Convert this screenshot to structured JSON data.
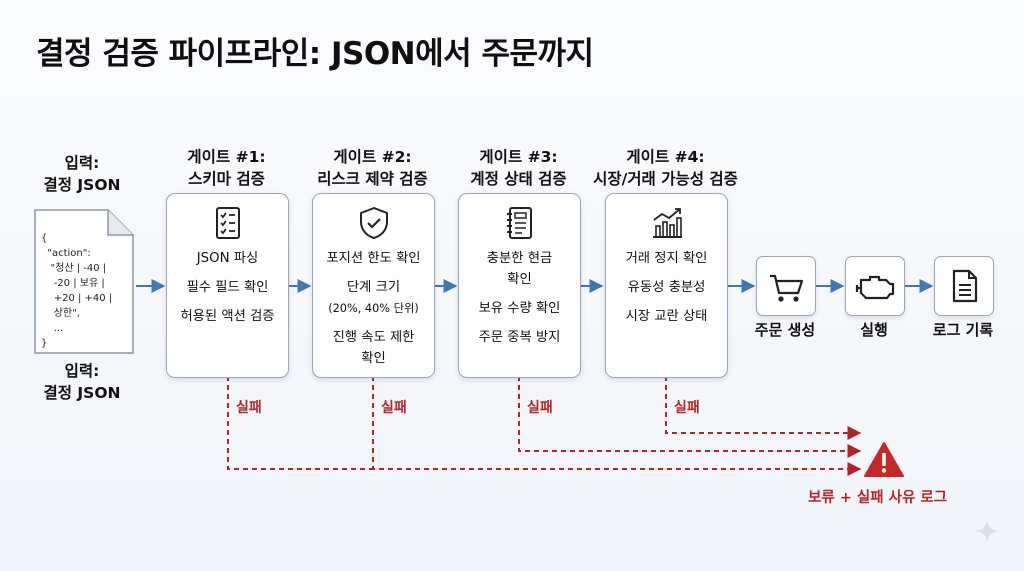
{
  "title": "결정 검증 파이프라인: JSON에서 주문까지",
  "input": {
    "label_top": [
      "입력:",
      "결정 JSON"
    ],
    "label_bottom": [
      "입력:",
      "결정 JSON"
    ],
    "json_lines": [
      "{",
      "  \"action\":",
      "   \"청산 | -40 |",
      "    -20 | 보유 |",
      "    +20 | +40 |",
      "    상한\",",
      "    ...",
      "}"
    ]
  },
  "gates": [
    {
      "head": [
        "게이트 #1:",
        "스키마 검증"
      ],
      "icon": "checklist-icon",
      "items": [
        "JSON 파싱",
        "필수 필드 확인",
        "허용된 액션 검증"
      ]
    },
    {
      "head": [
        "게이트 #2:",
        "리스크 제약 검증"
      ],
      "icon": "shield-check-icon",
      "items": [
        "포지션 한도 확인",
        "단계 크기",
        "(20%, 40% 단위)",
        "진행 속도 제한",
        "확인"
      ]
    },
    {
      "head": [
        "게이트 #3:",
        "계정 상태 검증"
      ],
      "icon": "ledger-icon",
      "items": [
        "충분한 현금",
        "확인",
        "보유 수량 확인",
        "주문 중복 방지"
      ]
    },
    {
      "head": [
        "게이트 #4:",
        "시장/거래 가능성 검증"
      ],
      "icon": "bar-chart-icon",
      "items": [
        "거래 정지 확인",
        "유동성 충분성",
        "시장 교란 상태"
      ]
    }
  ],
  "fail_label": "실패",
  "outputs": [
    {
      "label": "주문 생성",
      "icon": "cart-icon"
    },
    {
      "label": "실행",
      "icon": "engine-icon"
    },
    {
      "label": "로그 기록",
      "icon": "document-icon"
    }
  ],
  "hold_label": "보류 + 실패 사유 로그",
  "colors": {
    "arrow": "#3d78b8",
    "fail": "#b32424",
    "border": "#9aa6b8"
  }
}
